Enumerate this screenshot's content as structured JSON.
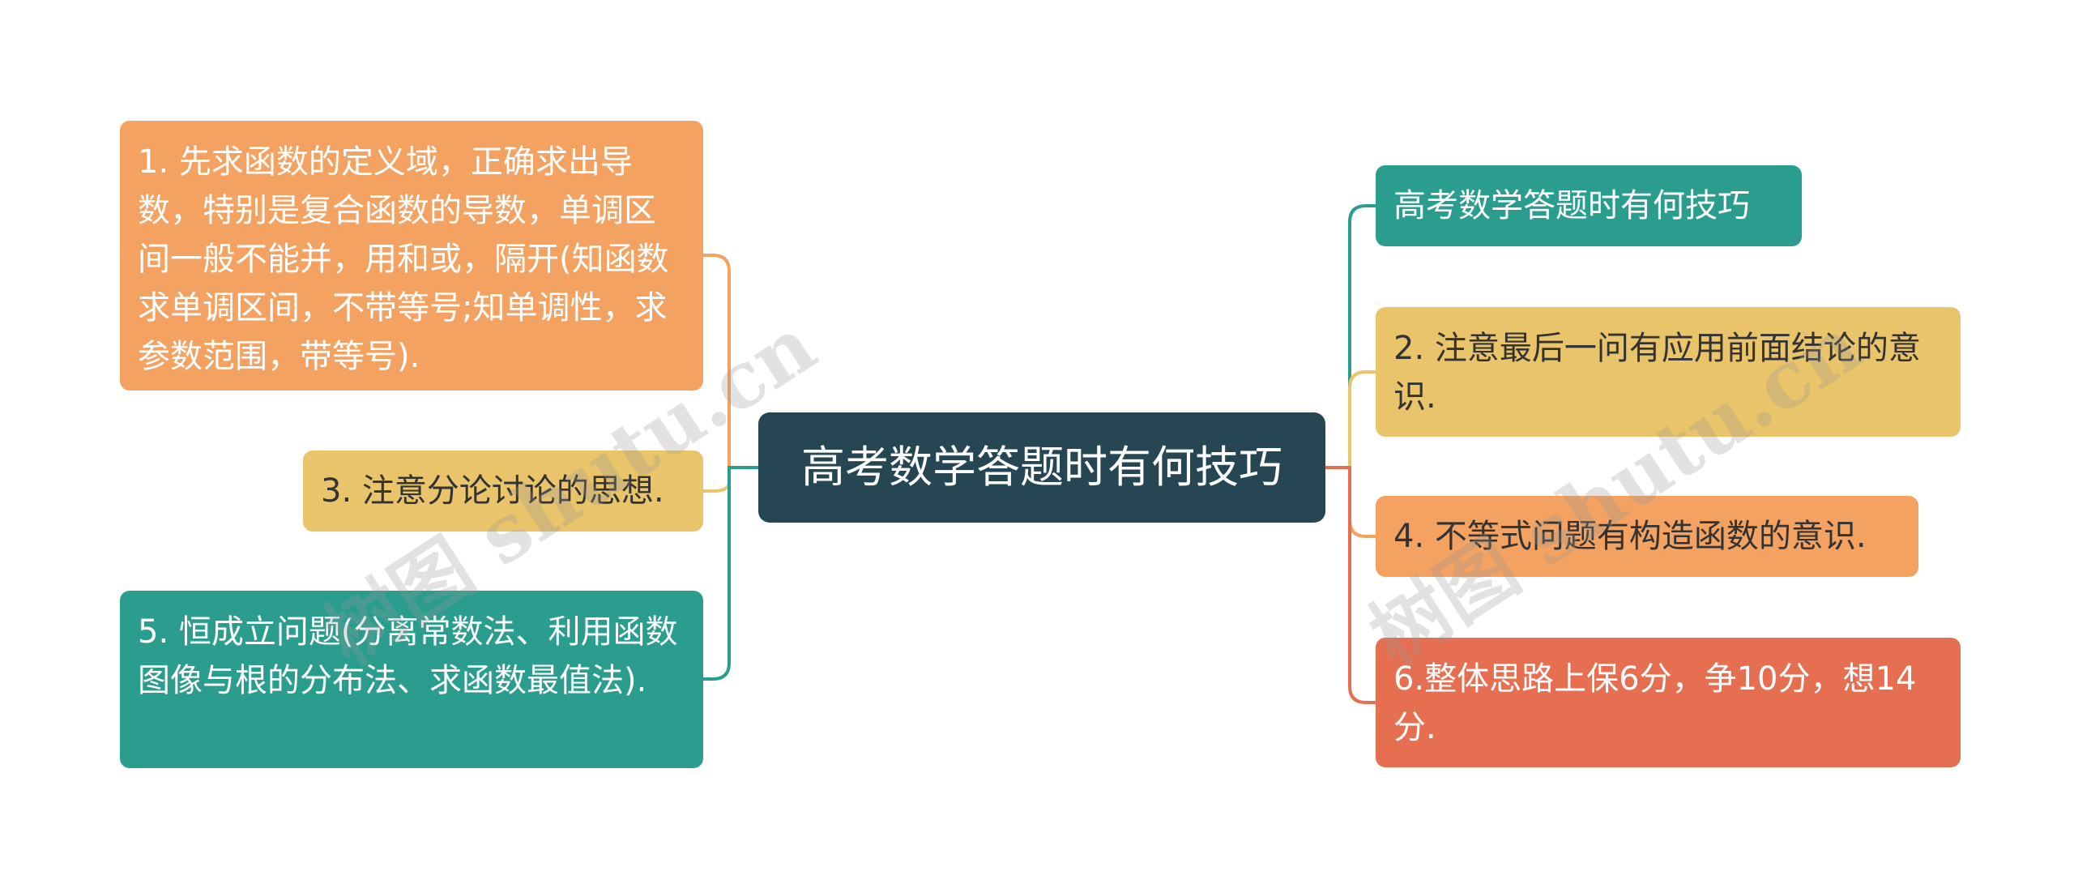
{
  "mindmap": {
    "center": {
      "label": "高考数学答题时有何技巧",
      "color": "#264653"
    },
    "left_nodes": [
      {
        "label": "1. 先求函数的定义域，正确求出导数，特别是复合函数的导数，单调区间一般不能并，用和或，隔开(知函数求单调区间，不带等号;知单调性，求参数范围，带等号).",
        "color": "#f4a261"
      },
      {
        "label": "3. 注意分论讨论的思想.",
        "color": "#e9c46a"
      },
      {
        "label": "5. 恒成立问题(分离常数法、利用函数图像与根的分布法、求函数最值法).",
        "color": "#2a9d8f"
      }
    ],
    "right_nodes": [
      {
        "label": "高考数学答题时有何技巧",
        "color": "#2a9d8f"
      },
      {
        "label": "2. 注意最后一问有应用前面结论的意识.",
        "color": "#e9c46a"
      },
      {
        "label": "4. 不等式问题有构造函数的意识.",
        "color": "#f4a261"
      },
      {
        "label": "6.整体思路上保6分，争10分，想14分.",
        "color": "#e76f51"
      }
    ]
  },
  "watermark": {
    "text": "树图 shutu.cn"
  }
}
